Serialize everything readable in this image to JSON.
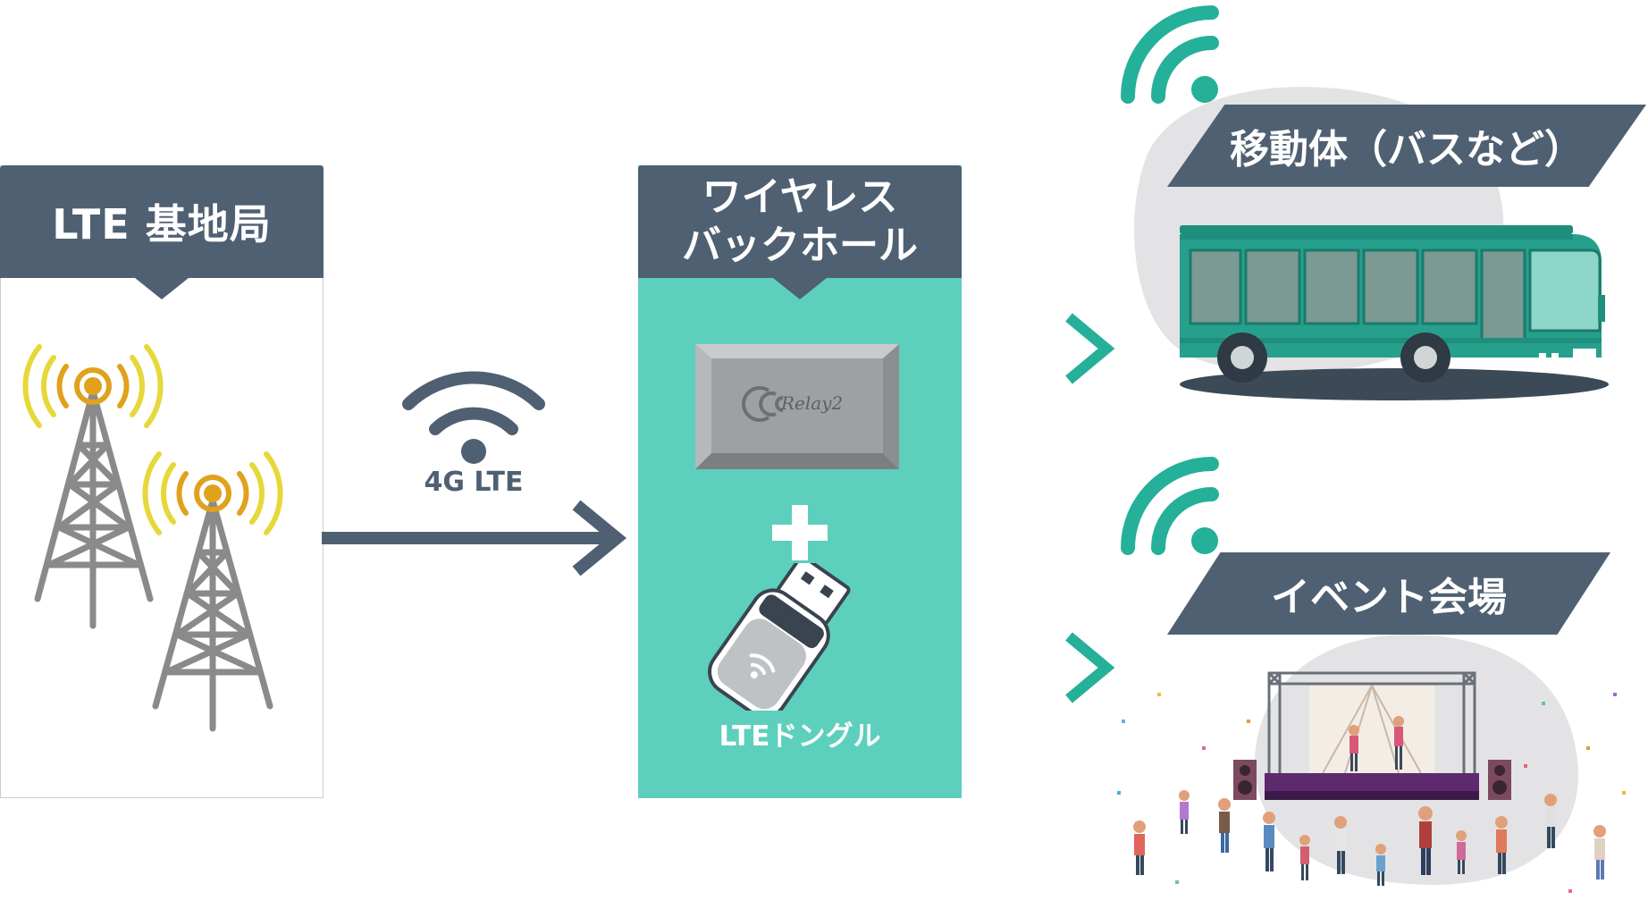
{
  "base_station": {
    "title": "LTE 基地局"
  },
  "link": {
    "label": "4G LTE"
  },
  "backhaul": {
    "title_line1": "ワイヤレス",
    "title_line2": "バックホール",
    "device_brand": "Relay2",
    "dongle_label": "LTEドングル"
  },
  "targets": {
    "mobile": {
      "title": "移動体（バスなど）"
    },
    "event": {
      "title": "イベント会場"
    }
  },
  "colors": {
    "dark": "#4f6072",
    "teal_panel": "#5dcfbd",
    "accent_teal": "#25b09a",
    "antenna_yellow": "#e6d83a",
    "antenna_gold": "#e0a21d",
    "tower_gray": "#8a8a8a",
    "blob_gray": "#e3e3e5"
  }
}
